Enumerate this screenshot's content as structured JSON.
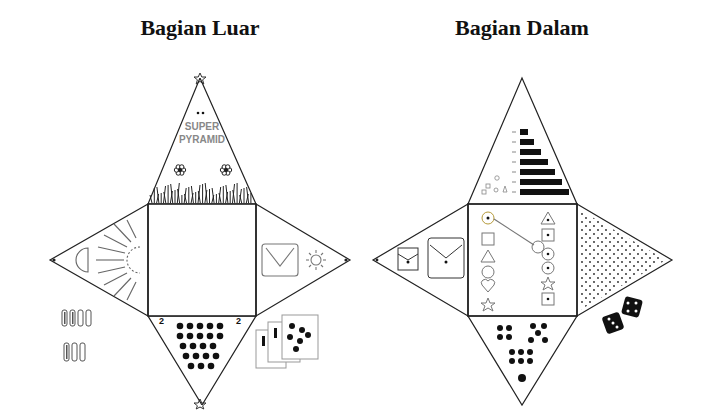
{
  "diagram": {
    "nodes": [
      {
        "text": [
          "SUPER PYRAMID"
        ]
      },
      {
        "text": [
          "2",
          "2"
        ]
      }
    ],
    "labels": [
      "Bagian Luar",
      "Bagian Dalam"
    ]
  }
}
